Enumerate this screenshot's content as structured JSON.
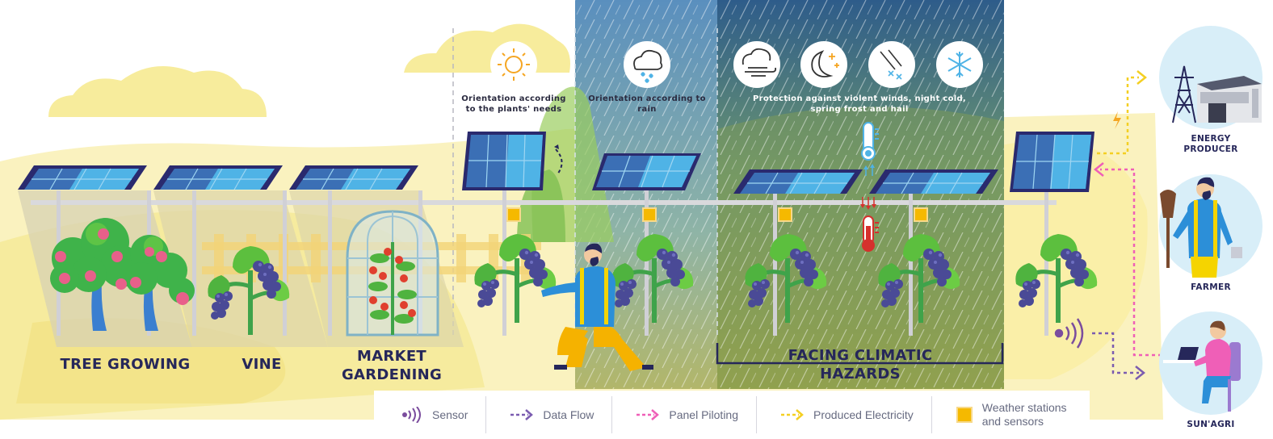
{
  "zones": {
    "tree_growing": "TREE GROWING",
    "vine": "VINE",
    "market_gardening": [
      "MARKET",
      "GARDENING"
    ],
    "facing_climatic_hazards": [
      "FACING CLIMATIC",
      "HAZARDS"
    ]
  },
  "captions": {
    "orientation_plants": [
      "Orientation according",
      "to the plants' needs"
    ],
    "orientation_rain": "Orientation according to rain",
    "protection": [
      "Protection against violent winds, night cold,",
      "spring frost and hail"
    ]
  },
  "hazard_icons": [
    "sun-icon",
    "rain-cloud-icon",
    "wind-icon",
    "night-frost-icon",
    "hail-icon",
    "snowflake-icon"
  ],
  "actors": {
    "energy_producer": [
      "ENERGY",
      "PRODUCER"
    ],
    "farmer": "FARMER",
    "sunagri": "SUN'AGRI"
  },
  "legend": [
    {
      "icon": "sensor-icon",
      "label": "Sensor"
    },
    {
      "icon": "data-flow-arrow-icon",
      "label": "Data Flow"
    },
    {
      "icon": "panel-piloting-arrow-icon",
      "label": "Panel Piloting"
    },
    {
      "icon": "produced-electricity-arrow-icon",
      "label": "Produced Electricity"
    },
    {
      "icon": "weather-station-icon",
      "label": [
        "Weather stations",
        "and sensors"
      ]
    }
  ],
  "colors": {
    "background_yellow": "#faf2bf",
    "navy_text": "#26275a",
    "panel_dark": "#2a2a6e",
    "panel_light": "#4fb3e6",
    "rain_zone": "#4a84b8",
    "hazard_zone": "#5f8a62",
    "sensor_purple": "#7b4d9e",
    "data_flow": "#7b5cb0",
    "panel_piloting": "#ef5fb7",
    "produced_electricity": "#f4cf22",
    "weather_station": "#f5b900",
    "leaf_green": "#4fb33f",
    "grape_purple": "#4a4a96"
  }
}
